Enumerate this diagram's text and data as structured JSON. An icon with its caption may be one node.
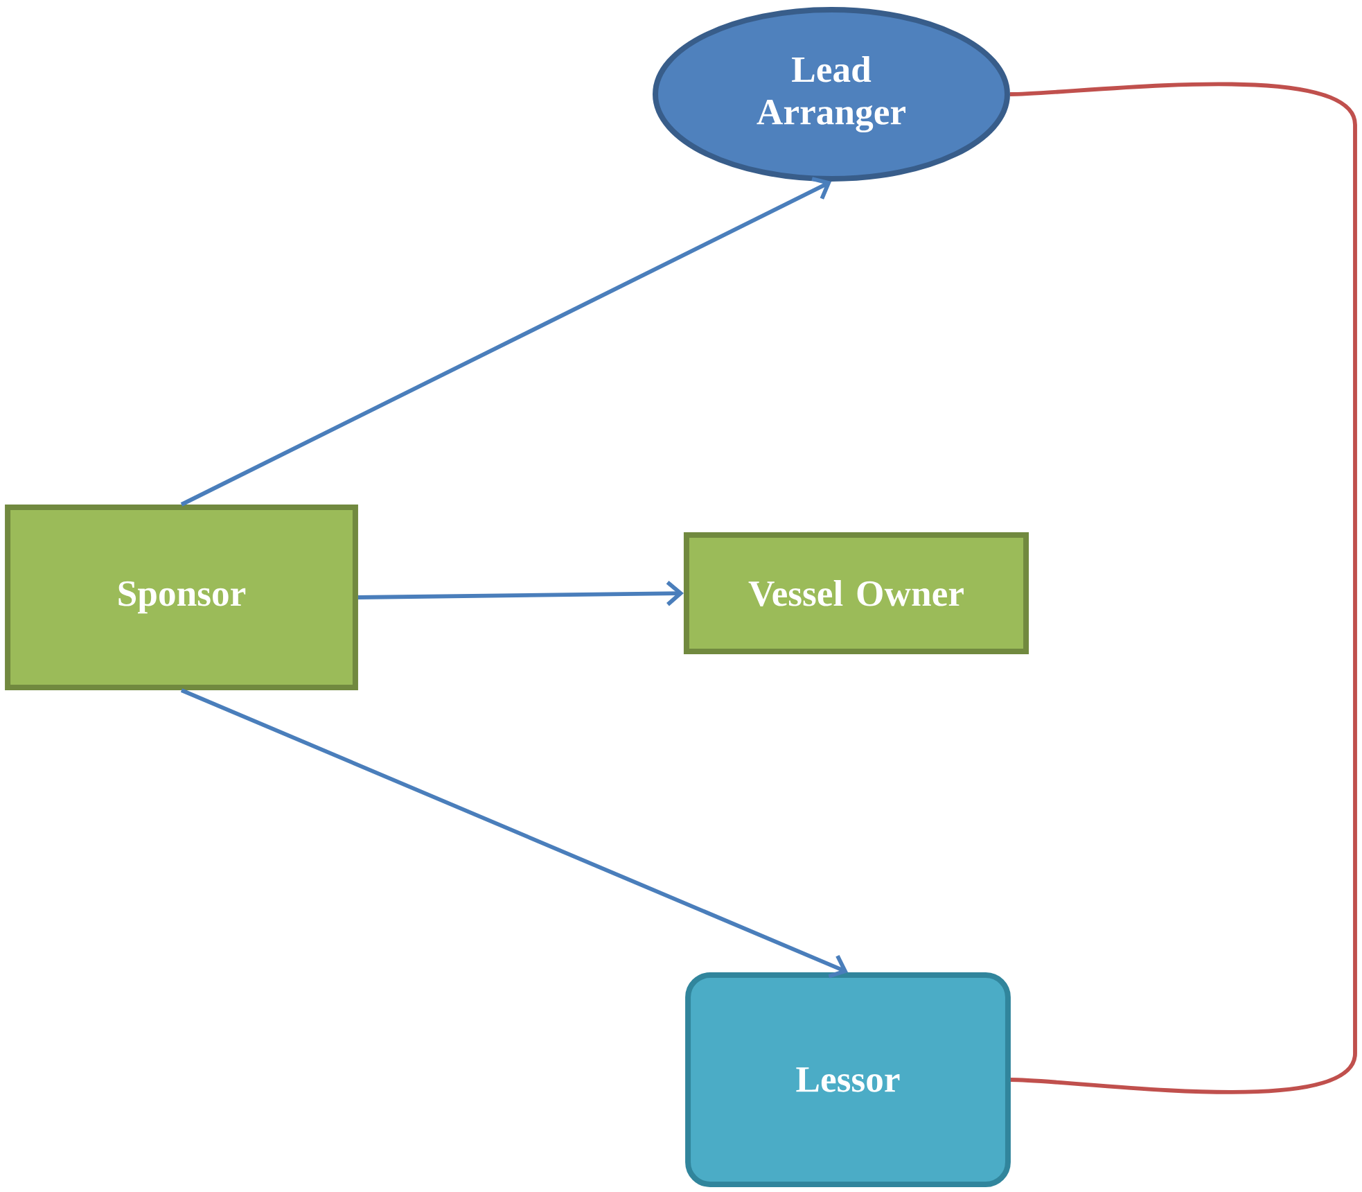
{
  "diagram": {
    "nodes": [
      {
        "text": [
          "Lead Arranger"
        ]
      },
      {
        "text": [
          "Sponsor"
        ]
      },
      {
        "text": [
          "Vessel Owner"
        ]
      },
      {
        "text": [
          "Lessor"
        ]
      }
    ],
    "edges": [
      {
        "from": 1,
        "to": 0,
        "arrow": "to"
      },
      {
        "from": 1,
        "to": 2,
        "arrow": "to"
      },
      {
        "from": 1,
        "to": 3,
        "arrow": "to"
      },
      {
        "from": 0,
        "to": 3,
        "arrow": "none",
        "color": "#c0504d"
      }
    ]
  }
}
